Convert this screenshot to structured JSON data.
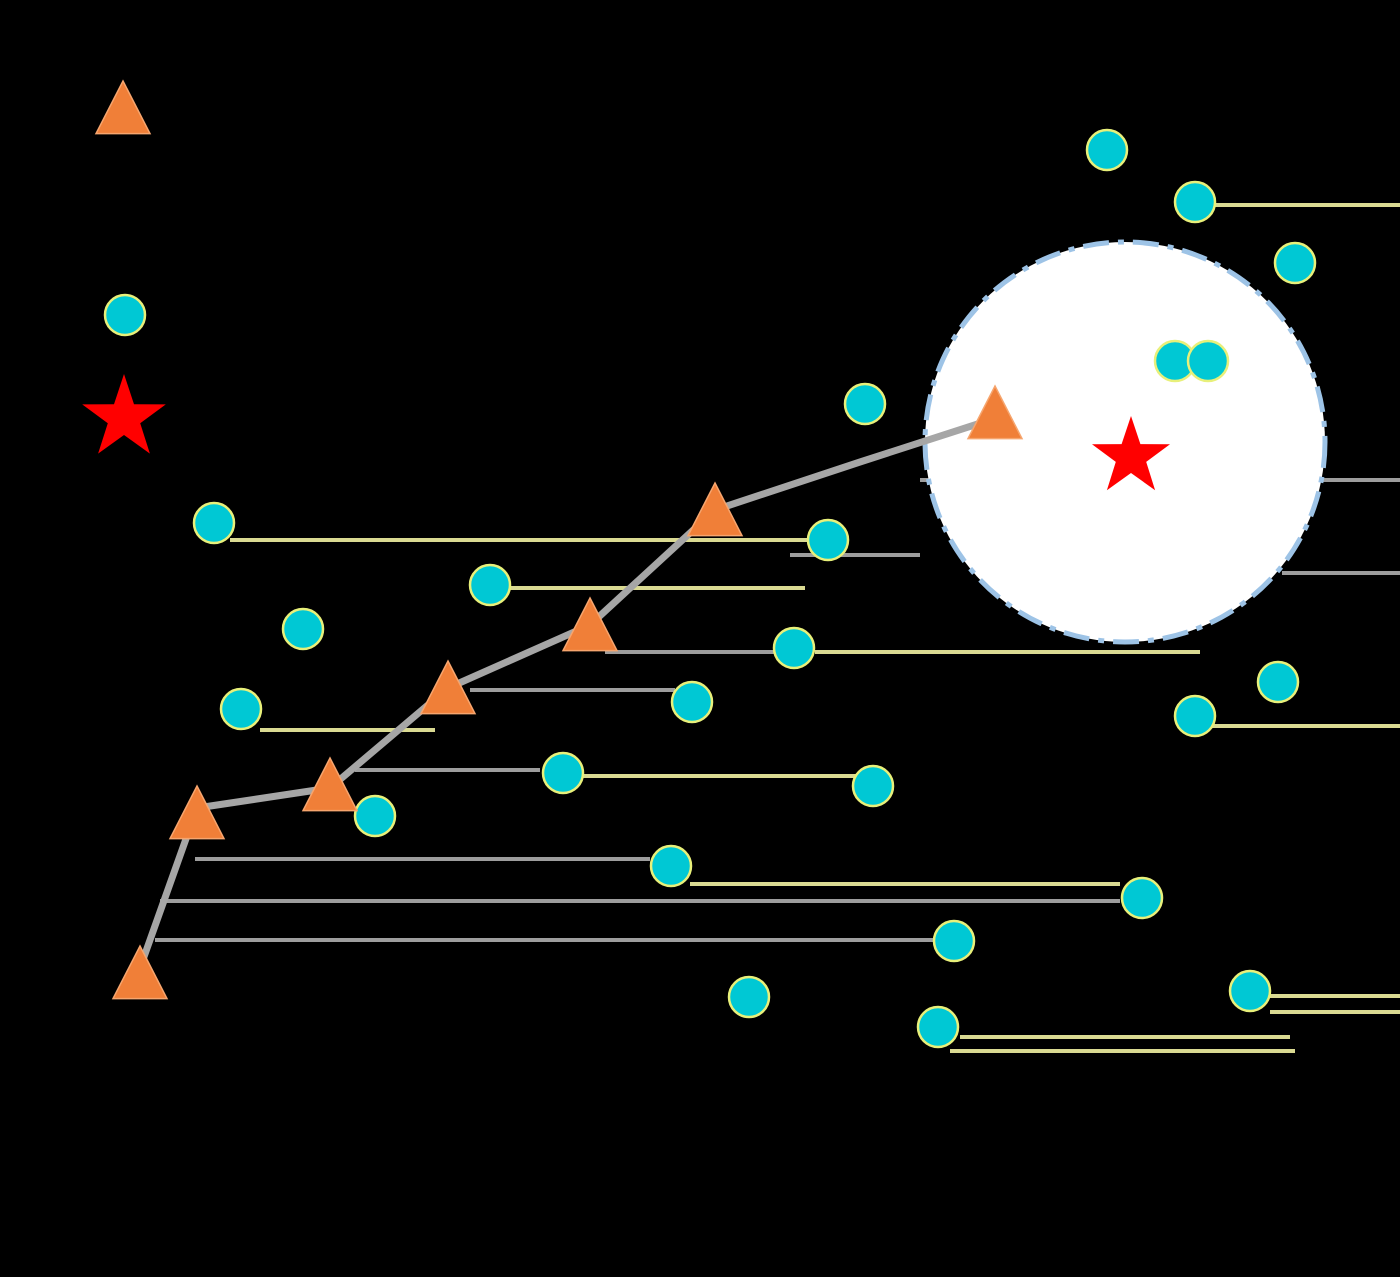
{
  "colors": {
    "background": "#000000",
    "point_fill": "#00c8d4",
    "point_stroke": "#e8f07a",
    "triangle_fill": "#f07f38",
    "star_fill": "#ff0000",
    "path_line": "#a6a6a6",
    "faint_gray_line": "#a6a6a6",
    "faint_yellow_line": "#e6e69a",
    "radius_fill": "#ffffff",
    "radius_border": "#9dc3e6"
  },
  "legend": {
    "point_icon": "circle",
    "path_node_icon": "triangle",
    "target_icon": "star"
  }
}
